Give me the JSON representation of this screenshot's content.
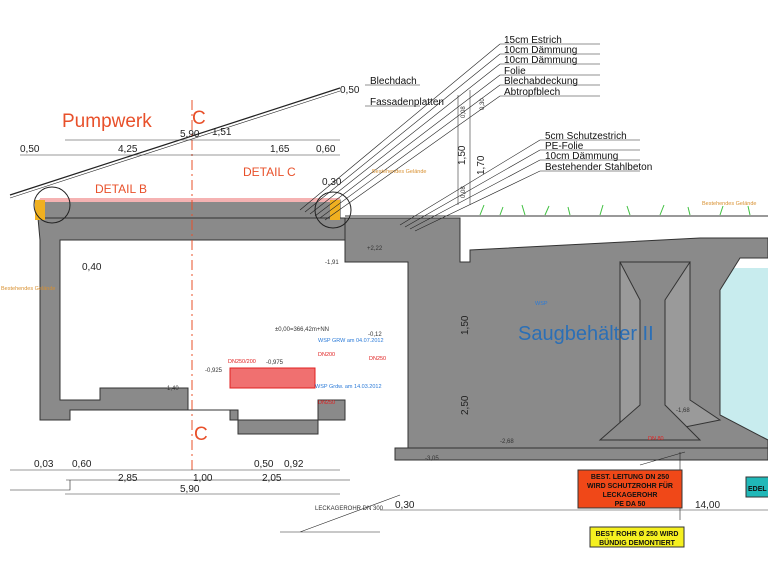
{
  "title": "Pumpwerk",
  "section_mark": "C",
  "section_mark_bottom": "C",
  "detail_b": "DETAIL B",
  "detail_c": "DETAIL C",
  "tank_label": "Saugbehälter II",
  "roof_labels": [
    "Blechdach",
    "Fassadenplatten"
  ],
  "layers_top": [
    "15cm Estrich",
    "10cm Dämmung",
    "10cm Dämmung",
    "Folie",
    "Blechabdeckung",
    "Abtropfblech"
  ],
  "layers_right": [
    "5cm Schutzestrich",
    "PE-Folie",
    "10cm Dämmung",
    "Bestehender Stahlbeton"
  ],
  "dims_top": {
    "left_050": "0,50",
    "d425": "4,25",
    "d590": "5,90",
    "d165": "1,65",
    "d060": "0,60",
    "d030": "0,30",
    "d050": "0,50",
    "d151": "1,51",
    "d040": "0,40"
  },
  "dims_vert": {
    "d008a": "0,08",
    "d150": "1,50",
    "d008b": "0,08",
    "d170": "1,70",
    "d030v": "0,30",
    "w150": "1,50",
    "w250": "2,50"
  },
  "dims_bottom": [
    "0,03",
    "0,60",
    "2,85",
    "1,00",
    "2,05",
    "0,50",
    "0,92"
  ],
  "dim_total": "5,90",
  "dim_030": "0,30",
  "dim_1400": "14,00",
  "leak_pipe": "LECKAGEROHR DN 300",
  "levels": {
    "l140": "-1,40",
    "l0925": "-0,925",
    "l0975": "-0,975",
    "zero": "±0,00=366,42m+NN",
    "l191": "-1,91",
    "l222": "+2,22",
    "l268": "-2,68",
    "l305": "-3,05",
    "l168": "-1,68",
    "l012": "-0,12"
  },
  "small_red": [
    "DN250/200",
    "DN200",
    "DN250",
    "DN250",
    "DN 80"
  ],
  "small_blue": [
    "WSP GRW am 04.07.2012",
    "WSP Grdw. am 14.03.2012",
    "WSP"
  ],
  "small_orange": [
    "Bestehendes Gelände",
    "Bestehendes Gelände",
    "Bestehendes Gelände"
  ],
  "note_red": [
    "BEST. LEITUNG DN 250",
    "WIRD SCHUTZROHR FÜR",
    "LECKAGEROHR",
    "PE DA 50"
  ],
  "note_yellow": [
    "BEST ROHR Ø 250 WIRD",
    "BÜNDIG DEMONTIERT"
  ],
  "note_teal": "EDEL",
  "colors": {
    "orange": "#e8502a",
    "blue": "#2b6fb6",
    "water": "#c8ecee",
    "concrete": "#8a8a8a",
    "note_red": "#f04818",
    "note_yellow": "#f5f020",
    "teal": "#20b8b8"
  }
}
